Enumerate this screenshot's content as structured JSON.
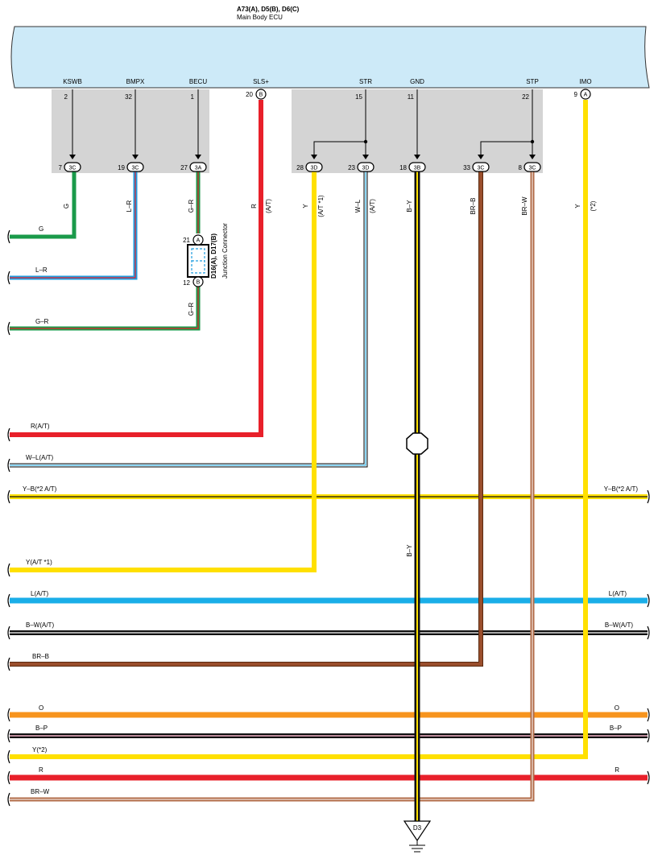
{
  "ecu": {
    "connectors_label": "A73(A), D5(B), D6(C)",
    "name": "Main Body ECU",
    "terminals": [
      {
        "name": "KSWB",
        "pin": "2"
      },
      {
        "name": "BMPX",
        "pin": "32"
      },
      {
        "name": "BECU",
        "pin": "1"
      },
      {
        "name": "SLS+",
        "pin": "20",
        "conn": "B"
      },
      {
        "name": "STR",
        "pin": "15"
      },
      {
        "name": "GND",
        "pin": "11"
      },
      {
        "name": "STP",
        "pin": "22"
      },
      {
        "name": "IMO",
        "pin": "9",
        "conn": "A"
      }
    ]
  },
  "lower_connectors": [
    {
      "pin": "7",
      "conn": "3C"
    },
    {
      "pin": "19",
      "conn": "3C"
    },
    {
      "pin": "27",
      "conn": "3A"
    },
    {
      "pin": "28",
      "conn": "3D"
    },
    {
      "pin": "23",
      "conn": "3D"
    },
    {
      "pin": "18",
      "conn": "3B"
    },
    {
      "pin": "33",
      "conn": "3C"
    },
    {
      "pin": "8",
      "conn": "3C"
    }
  ],
  "junction": {
    "name": "D16(A), D17(B)",
    "sub": "Junction Connector",
    "top_pin": "21",
    "top_conn": "A",
    "bottom_pin": "12",
    "bottom_conn": "B"
  },
  "vertical_labels": {
    "g": "G",
    "lr": "L–R",
    "gr_top": "G–R",
    "gr_bottom": "G–R",
    "r": "R",
    "r_note": "(A/T)",
    "y": "Y",
    "y_note": "(A/T *1)",
    "wl": "W–L",
    "wl_note": "(A/T)",
    "by": "B–Y",
    "by_lower": "B–Y",
    "brb": "BR–B",
    "brw": "BR–W",
    "y_imo": "Y",
    "y_imo_note": "(*2)"
  },
  "harness_left": {
    "g": "G",
    "lr": "L–R",
    "gr": "G–R",
    "r_at": "R(A/T)",
    "wl_at": "W–L(A/T)",
    "yb": "Y–B(*2 A/T)",
    "y_at1": "Y(A/T *1)",
    "l_at": "L(A/T)",
    "bw_at": "B–W(A/T)",
    "brb": "BR–B",
    "o": "O",
    "bp": "B–P",
    "y2": "Y(*2)",
    "r": "R",
    "brw": "BR–W"
  },
  "harness_right": {
    "yb": "Y–B(*2 A/T)",
    "l_at": "L(A/T)",
    "bw_at": "B–W(A/T)",
    "o": "O",
    "bp": "B–P",
    "r": "R"
  },
  "ground": {
    "label": "D3"
  },
  "colors": {
    "ecu_fill": "#cdeaf8",
    "panel": "#d4d4d4",
    "green": "#1a9a4a",
    "blue": "#1e9de0",
    "red": "#e8202a",
    "yellow": "#ffe000",
    "light_blue": "#1aaee8",
    "black": "#111111",
    "brown": "#9a4e2c",
    "brown_light": "#b06a45",
    "orange": "#f7941d",
    "pink": "#f4b4c8"
  }
}
